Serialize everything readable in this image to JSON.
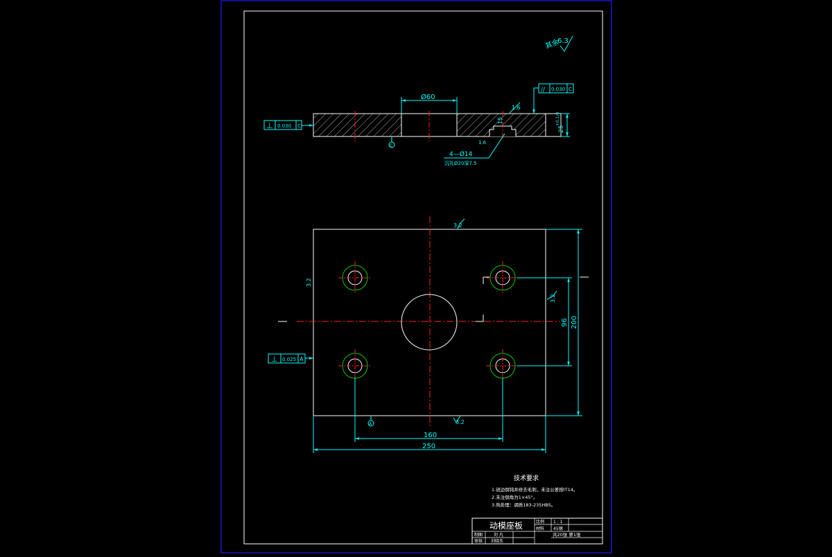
{
  "colors": {
    "background": "#000000",
    "border_outer": "#1a1aff",
    "border_inner": "#ffffff",
    "geometry": "#ffffff",
    "dimension": "#00ffff",
    "centerline": "#ff2020",
    "counterbore": "#00cc00",
    "note_text": "#ffffff"
  },
  "roughness_overall": {
    "prefix": "其余",
    "value": "6.3"
  },
  "section_view": {
    "bore_dim": "Ø60",
    "height_dim": "25",
    "height_tol": "+0.1/0",
    "slot_depth_dim": "15",
    "roughness_top": "1.6",
    "roughness_bottom": "1.6",
    "leader_holes": "4—Ø14",
    "leader_cbore": "沉孔Ø20深7.5",
    "datum_c": "C",
    "perp_left": {
      "symbol": "⊥",
      "value": "0.030",
      "datum": "C"
    },
    "parallel_top": {
      "symbol": "//",
      "value": "0.030",
      "datum": "C"
    }
  },
  "plan_view": {
    "dim_width_total": "250",
    "dim_hole_spacing_x": "160",
    "dim_height_total": "200",
    "dim_hole_spacing_y": "96",
    "roughness_top": "3.2",
    "roughness_left": "3.2",
    "roughness_right": "3.2",
    "roughness_bottom": "3.2",
    "datum_a": "A",
    "perp_left": {
      "symbol": "⊥",
      "value": "0.025",
      "datum": "A"
    }
  },
  "tech_requirements": {
    "title": "技术要求",
    "items": [
      "1.锐边倒钝并修去毛刺，未注公差按IT14。",
      "2.未注倒角为1×45°。",
      "3.热处理：调质183-235HBS。"
    ]
  },
  "title_block": {
    "part_name": "动模座板",
    "scale_label": "比例",
    "scale_value": "1 : 1",
    "material_label": "材料",
    "material_value": "45钢",
    "drawing_no": "共20张 第1张",
    "designer_label": "制图",
    "designer_value": "刘 凡",
    "checker_label": "审核",
    "checker_value": "刘晓东"
  }
}
